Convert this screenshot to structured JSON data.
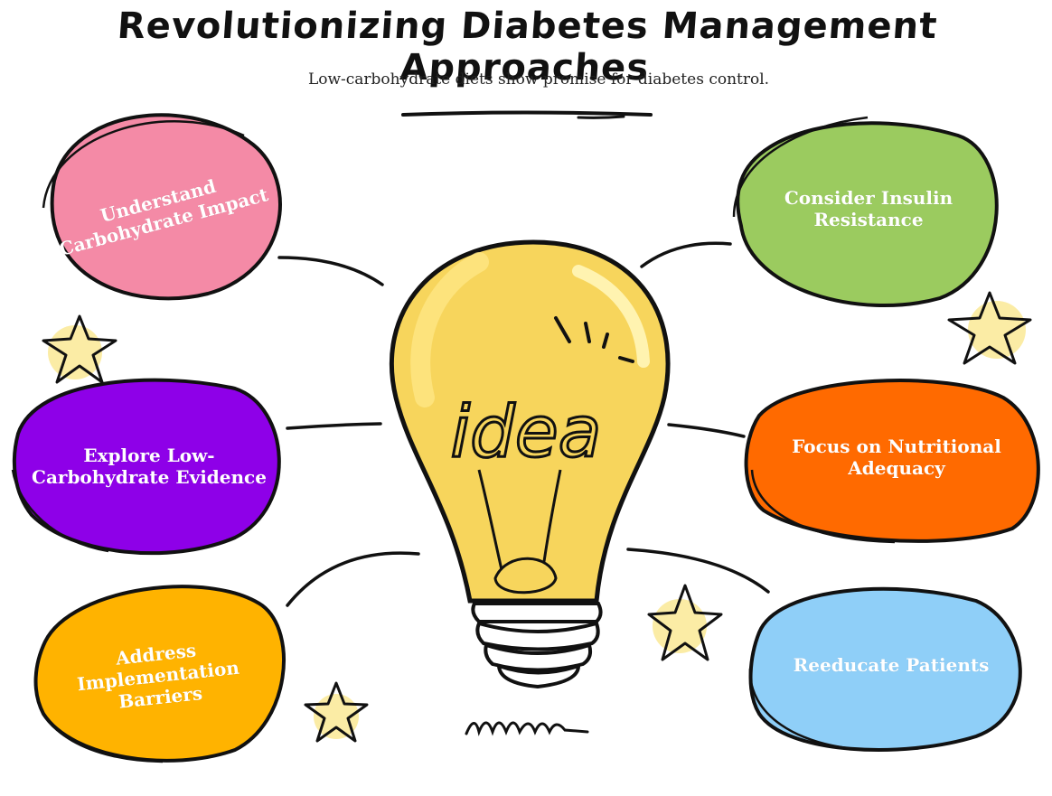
{
  "title": "Revolutionizing Diabetes Management Approaches",
  "subtitle": "Low-carbohydrate diets show promise for diabetes control.",
  "bulb_text": "idea",
  "colors": {
    "pink": "#F48AA6",
    "green": "#9BCB5F",
    "purple": "#8E00E8",
    "orange": "#FF6A00",
    "amber": "#FFB300",
    "blue": "#8FCFF8",
    "bulb": "#F7D55C",
    "star": "#FBEA9B",
    "ink": "#111111"
  },
  "nodes": [
    {
      "id": "understand",
      "label": "Understand\nCarbohydrate Impact",
      "color": "pink"
    },
    {
      "id": "insulin",
      "label": "Consider Insulin\nResistance",
      "color": "green"
    },
    {
      "id": "explore",
      "label": "Explore Low-\nCarbohydrate Evidence",
      "color": "purple"
    },
    {
      "id": "nutrition",
      "label": "Focus on Nutritional\nAdequacy",
      "color": "orange"
    },
    {
      "id": "barriers",
      "label": "Address\nImplementation\nBarriers",
      "color": "amber"
    },
    {
      "id": "reeducate",
      "label": "Reeducate Patients",
      "color": "blue"
    }
  ]
}
